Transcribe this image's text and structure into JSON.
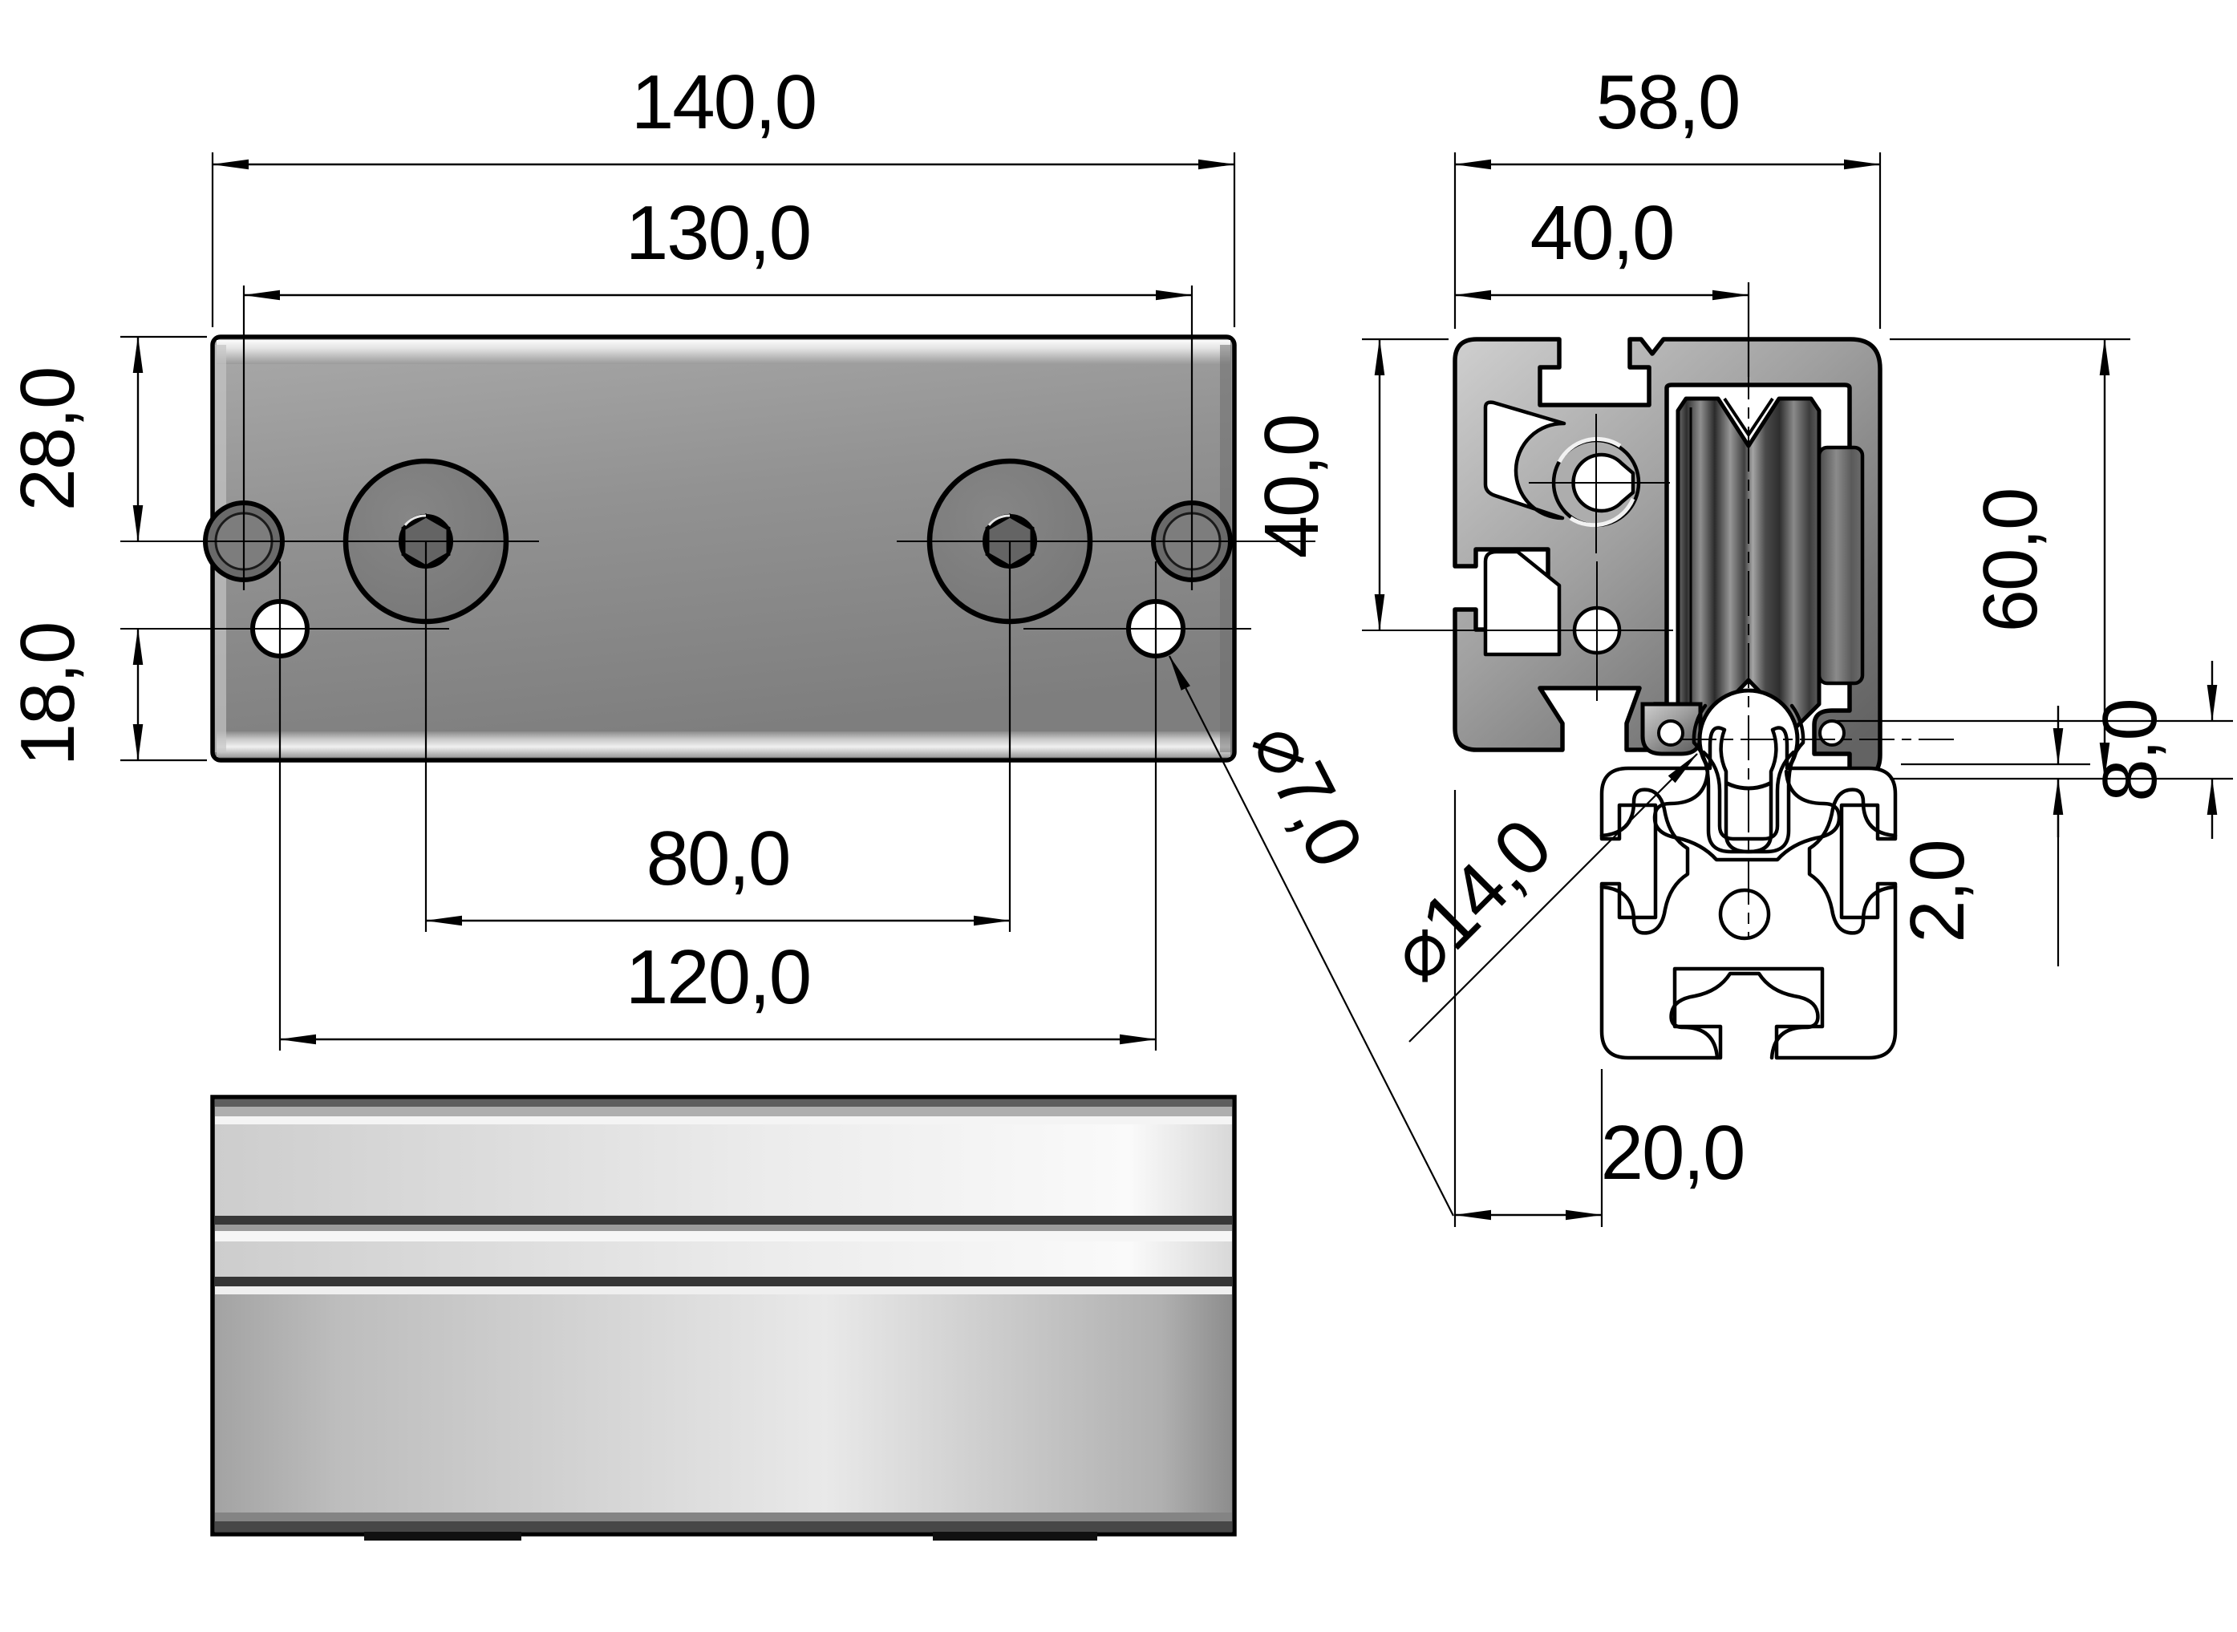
{
  "drawing": {
    "type": "cad-technical-drawing",
    "subject": "aluminium profile roller plate assembly, three orthographic views",
    "background": "#ffffff",
    "line_color": "#000000"
  },
  "colors": {
    "plate_gray": "#959595",
    "plate_dark": "#7f7f7f",
    "screw_head": "#7d7d7d",
    "profile_light": "#cfcfcf",
    "profile_dark": "#636363",
    "wheel_dark": "#3a3a3a",
    "wheel_light": "#9a9a9a",
    "metal_bright": "#f5f5f5"
  },
  "top_view": {
    "dims": {
      "overall_width": "140,0",
      "outer_hole_span": "130,0",
      "top_edge_to_hole_row": "28,0",
      "hole_row_to_bottom_edge": "18,0",
      "screw_span": "80,0",
      "inner_hole_span": "120,0"
    },
    "callout": {
      "hole_diameter": "⌀7,0"
    }
  },
  "cross_section": {
    "dims": {
      "profile_width": "58,0",
      "edge_to_roller_axis": "40,0",
      "profile_height": "40,0",
      "overall_height": "60,0",
      "lip_height": "8,0",
      "clearance": "2,0",
      "edge_offset": "20,0"
    },
    "callout": {
      "shaft_diameter": "⌀14,0"
    }
  }
}
